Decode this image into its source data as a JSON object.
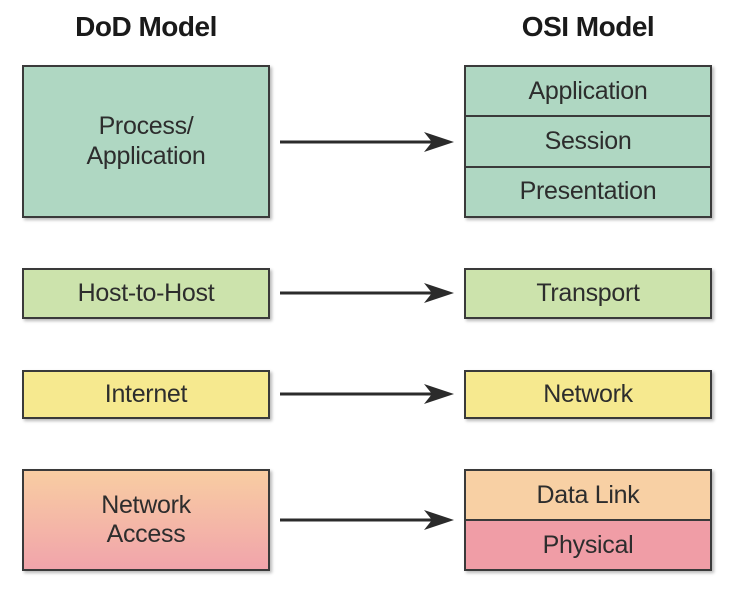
{
  "headers": {
    "left": "DoD Model",
    "right": "OSI Model"
  },
  "dod_layers": [
    {
      "id": "process-application",
      "label": "Process/\nApplication",
      "color": "#afd7c2"
    },
    {
      "id": "host-to-host",
      "label": "Host-to-Host",
      "color": "#cce3ac"
    },
    {
      "id": "internet",
      "label": "Internet",
      "color": "#f6e98f"
    },
    {
      "id": "network-access",
      "label": "Network\nAccess",
      "color_top": "#f8cda2",
      "color_bottom": "#f1a4ab"
    }
  ],
  "osi_groups": [
    {
      "id": "upper-layers",
      "rows": [
        "Application",
        "Session",
        "Presentation"
      ],
      "color": "#afd7c2"
    },
    {
      "id": "transport",
      "rows": [
        "Transport"
      ],
      "color": "#cce3ac"
    },
    {
      "id": "network",
      "rows": [
        "Network"
      ],
      "color": "#f6e98f"
    },
    {
      "id": "lower-layers",
      "rows": [
        "Data Link",
        "Physical"
      ],
      "colors": [
        "#f8d0a4",
        "#f09da6"
      ]
    }
  ],
  "mappings": [
    {
      "from": "Process/Application",
      "to": "Application, Session, Presentation"
    },
    {
      "from": "Host-to-Host",
      "to": "Transport"
    },
    {
      "from": "Internet",
      "to": "Network"
    },
    {
      "from": "Network Access",
      "to": "Data Link, Physical"
    }
  ],
  "colors": {
    "background": "#ffffff",
    "border": "#3a3a3a",
    "arrow": "#2b2b2b",
    "heading_text": "#1a1a1a",
    "label_text": "#2d2d2d"
  }
}
